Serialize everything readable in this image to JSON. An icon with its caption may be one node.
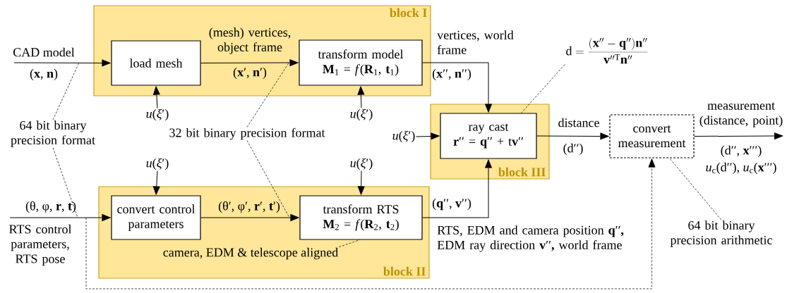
{
  "diagram": {
    "nodes": [
      {
        "text": [
          "block I"
        ]
      },
      {
        "text": [
          "load mesh"
        ],
        "in": 0
      },
      {
        "text": [
          "transform model",
          "**M**$_{1}$ = *f*(**R**$_{1}$, **t**$_{1}$)"
        ],
        "in": 0
      },
      {
        "text": [
          "block II"
        ]
      },
      {
        "text": [
          "convert control parameters"
        ],
        "in": 3
      },
      {
        "text": [
          "transform RTS",
          "**M**$_{2}$ = *f*(**R**$_{2}$, **t**$_{2}$)"
        ],
        "in": 3
      },
      {
        "text": [
          "block III"
        ]
      },
      {
        "text": [
          "ray cast",
          "**r**′′ = **q**′′ + t**v**′′"
        ],
        "in": 6
      },
      {
        "text": [
          "convert measurement"
        ]
      },
      {
        "text": [
          "64 bit binary precision format"
        ]
      },
      {
        "text": [
          "32 bit binary precision format"
        ]
      },
      {
        "text": [
          "\\mathrm{d} = \\frac{(\\mathbf{x}'' - \\mathbf{q}'')\\mathbf{n}''}{\\mathbf{v}''^{\\mathrm{T}}\\mathbf{n}''}"
        ]
      },
      {
        "text": [
          "camera, EDM & telescope aligned"
        ],
        "in": 3
      },
      {
        "text": [
          "64 bit binary precision arithmetic"
        ]
      },
      {
        "text": [
          "*u*(*ξ*′)"
        ]
      },
      {
        "text": [
          "*u*(*ξ*′)"
        ]
      },
      {
        "text": [
          "*u*(*ξ*′)"
        ]
      },
      {
        "text": [
          "*u*(*ξ*′)"
        ]
      },
      {
        "text": [
          "*u*(*ξ*′)"
        ]
      }
    ],
    "edges": [
      {
        "from": null,
        "to": 1,
        "arrow": "to",
        "label": "CAD model"
      },
      {
        "from": 1,
        "to": 2,
        "arrow": "to",
        "label": "(mesh) vertices, object frame"
      },
      {
        "from": 2,
        "to": 7,
        "arrow": "to",
        "label": "vertices, world frame"
      },
      {
        "from": null,
        "to": 4,
        "arrow": "to",
        "label": "(θ, φ, **r**, **t**)"
      },
      {
        "from": 4,
        "to": 5,
        "arrow": "to",
        "label": "(θ′, φ′, **r**′, **t**′)"
      },
      {
        "from": 5,
        "to": 7,
        "arrow": "to",
        "label": "(**q**′′, **v**′′)"
      },
      {
        "from": 7,
        "to": 8,
        "arrow": "to",
        "label": "distance"
      },
      {
        "from": 8,
        "to": null,
        "arrow": "to",
        "label": "measurement (distance, point)"
      },
      {
        "from": null,
        "to": 8,
        "arrow": "to",
        "style": "dashed"
      },
      {
        "from": 14,
        "to": 1,
        "arrow": "to"
      },
      {
        "from": 15,
        "to": 2,
        "arrow": "to"
      },
      {
        "from": 16,
        "to": 7,
        "arrow": "to"
      },
      {
        "from": 17,
        "to": 4,
        "arrow": "to"
      },
      {
        "from": 18,
        "to": 5,
        "arrow": "to"
      },
      {
        "from": 9,
        "to": null,
        "arrow": "none",
        "style": "dashed"
      },
      {
        "from": 9,
        "to": null,
        "arrow": "none",
        "style": "dashed"
      },
      {
        "from": 10,
        "to": null,
        "arrow": "none",
        "style": "dashed"
      },
      {
        "from": 10,
        "to": null,
        "arrow": "none",
        "style": "dashed"
      },
      {
        "from": 11,
        "to": 7,
        "arrow": "none",
        "style": "dashed"
      },
      {
        "from": 12,
        "to": 5,
        "arrow": "none",
        "style": "dashed"
      },
      {
        "from": 13,
        "to": 8,
        "arrow": "none",
        "style": "dashed"
      }
    ],
    "labels": [
      "(**x**, **n**)",
      "(**x**′, **n**′)",
      "(**x**′′, **n**′′)",
      "(d′′)",
      "(d′′, **x**′′′)",
      "*u*$_{c}$(d′′), *u*$_{c}$(**x**′′′)",
      "RTS control parameters, RTS pose",
      "RTS, EDM and camera position **q**′′**,** EDM ray direction **v**′′**,** world frame"
    ]
  }
}
